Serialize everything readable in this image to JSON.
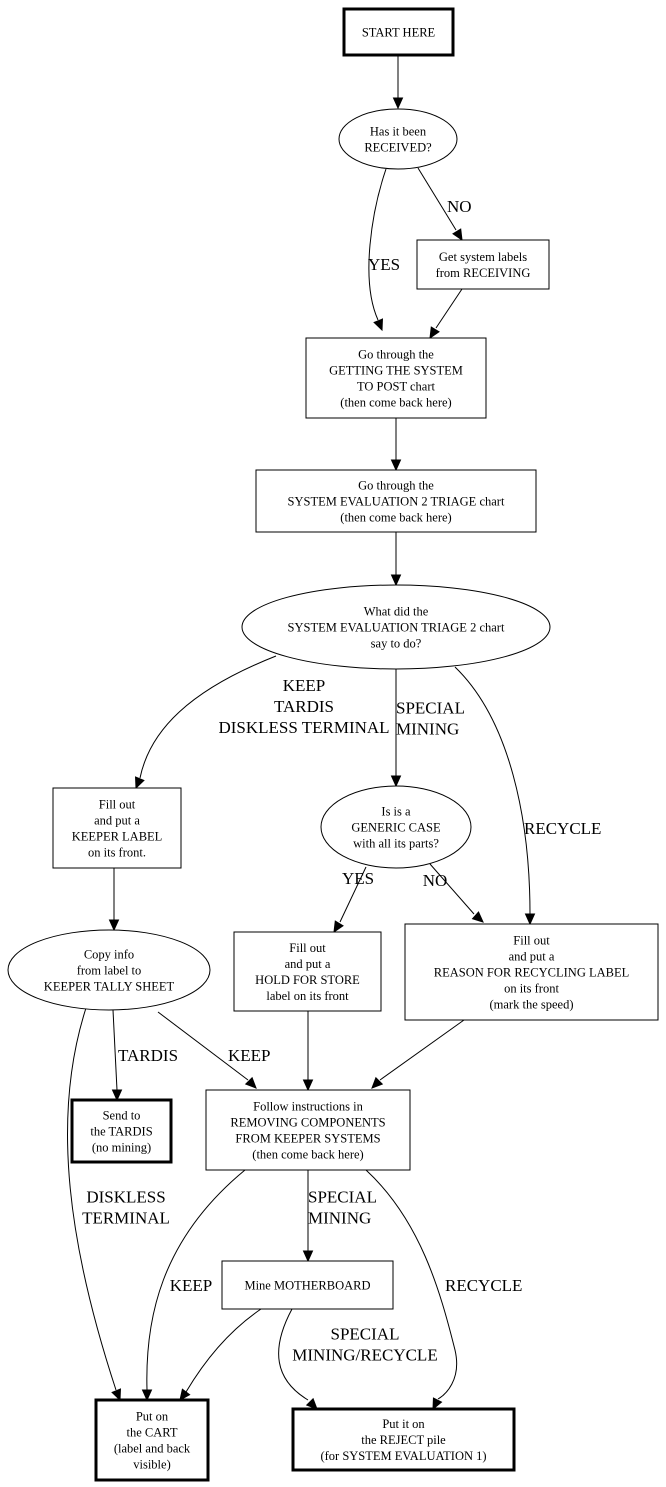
{
  "diagram": {
    "type": "flowchart",
    "nodes": {
      "start": {
        "shape": "box-bold",
        "lines": [
          "START HERE"
        ]
      },
      "received_q": {
        "shape": "ellipse",
        "lines": [
          "Has it been",
          "RECEIVED?"
        ]
      },
      "get_labels": {
        "shape": "box",
        "lines": [
          "Get system labels",
          "from RECEIVING"
        ]
      },
      "post_chart": {
        "shape": "box",
        "lines": [
          "Go through the",
          "GETTING THE SYSTEM",
          "TO POST chart",
          "(then come back here)"
        ]
      },
      "triage_chart": {
        "shape": "box",
        "lines": [
          "Go through the",
          "SYSTEM EVALUATION 2 TRIAGE chart",
          "(then come back here)"
        ]
      },
      "triage_q": {
        "shape": "ellipse",
        "lines": [
          "What did the",
          "SYSTEM EVALUATION TRIAGE 2 chart",
          "say to do?"
        ]
      },
      "keeper_label": {
        "shape": "box",
        "lines": [
          "Fill out",
          "and put a",
          "KEEPER LABEL",
          "on its front."
        ]
      },
      "generic_q": {
        "shape": "ellipse",
        "lines": [
          "Is is a",
          "GENERIC CASE",
          "with all its parts?"
        ]
      },
      "tally_sheet": {
        "shape": "ellipse",
        "lines": [
          "Copy info",
          "from label to",
          "KEEPER TALLY SHEET"
        ]
      },
      "hold_store": {
        "shape": "box",
        "lines": [
          "Fill out",
          "and put a",
          "HOLD FOR STORE",
          "label on its front"
        ]
      },
      "recycle_label": {
        "shape": "box",
        "lines": [
          "Fill out",
          "and put a",
          "REASON FOR RECYCLING LABEL",
          "on its front",
          "(mark the speed)"
        ]
      },
      "tardis": {
        "shape": "box-bold",
        "lines": [
          "Send to",
          "the TARDIS",
          "(no mining)"
        ]
      },
      "remove_components": {
        "shape": "box",
        "lines": [
          "Follow instructions in",
          "REMOVING COMPONENTS",
          "FROM KEEPER SYSTEMS",
          "(then come back here)"
        ]
      },
      "mine_mobo": {
        "shape": "box",
        "lines": [
          "Mine MOTHERBOARD"
        ]
      },
      "cart": {
        "shape": "box-bold",
        "lines": [
          "Put on",
          "the CART",
          "(label and back",
          "visible)"
        ]
      },
      "reject": {
        "shape": "box-bold",
        "lines": [
          "Put it on",
          "the REJECT pile",
          "(for SYSTEM EVALUATION 1)"
        ]
      }
    },
    "edges": [
      {
        "id": "start-received",
        "from": "start",
        "to": "received_q",
        "label": []
      },
      {
        "id": "received-yes",
        "from": "received_q",
        "to": "post_chart",
        "label": [
          "YES"
        ]
      },
      {
        "id": "received-no",
        "from": "received_q",
        "to": "get_labels",
        "label": [
          "NO"
        ]
      },
      {
        "id": "labels-post",
        "from": "get_labels",
        "to": "post_chart",
        "label": []
      },
      {
        "id": "post-triage",
        "from": "post_chart",
        "to": "triage_chart",
        "label": []
      },
      {
        "id": "triage-q",
        "from": "triage_chart",
        "to": "triage_q",
        "label": []
      },
      {
        "id": "q-keep",
        "from": "triage_q",
        "to": "keeper_label",
        "label": [
          "KEEP",
          "TARDIS",
          "DISKLESS TERMINAL"
        ]
      },
      {
        "id": "q-special",
        "from": "triage_q",
        "to": "generic_q",
        "label": [
          "SPECIAL",
          "MINING"
        ]
      },
      {
        "id": "q-recycle",
        "from": "triage_q",
        "to": "recycle_label",
        "label": [
          "RECYCLE"
        ]
      },
      {
        "id": "generic-yes",
        "from": "generic_q",
        "to": "hold_store",
        "label": [
          "YES"
        ]
      },
      {
        "id": "generic-no",
        "from": "generic_q",
        "to": "recycle_label",
        "label": [
          "NO"
        ]
      },
      {
        "id": "keeper-tally",
        "from": "keeper_label",
        "to": "tally_sheet",
        "label": []
      },
      {
        "id": "tally-tardis",
        "from": "tally_sheet",
        "to": "tardis",
        "label": [
          "TARDIS"
        ]
      },
      {
        "id": "tally-keep",
        "from": "tally_sheet",
        "to": "remove_components",
        "label": [
          "KEEP"
        ]
      },
      {
        "id": "tally-diskless",
        "from": "tally_sheet",
        "to": "cart",
        "label": [
          "DISKLESS",
          "TERMINAL"
        ]
      },
      {
        "id": "hold-remove",
        "from": "hold_store",
        "to": "remove_components",
        "label": []
      },
      {
        "id": "recycle-remove",
        "from": "recycle_label",
        "to": "remove_components",
        "label": []
      },
      {
        "id": "remove-keep",
        "from": "remove_components",
        "to": "cart",
        "label": [
          "KEEP"
        ]
      },
      {
        "id": "remove-special",
        "from": "remove_components",
        "to": "mine_mobo",
        "label": [
          "SPECIAL",
          "MINING"
        ]
      },
      {
        "id": "remove-recycle",
        "from": "remove_components",
        "to": "reject",
        "label": [
          "RECYCLE"
        ]
      },
      {
        "id": "mobo-cart",
        "from": "mine_mobo",
        "to": "cart",
        "label": []
      },
      {
        "id": "mobo-reject",
        "from": "mine_mobo",
        "to": "reject",
        "label": [
          "SPECIAL",
          "MINING/RECYCLE"
        ]
      }
    ]
  }
}
